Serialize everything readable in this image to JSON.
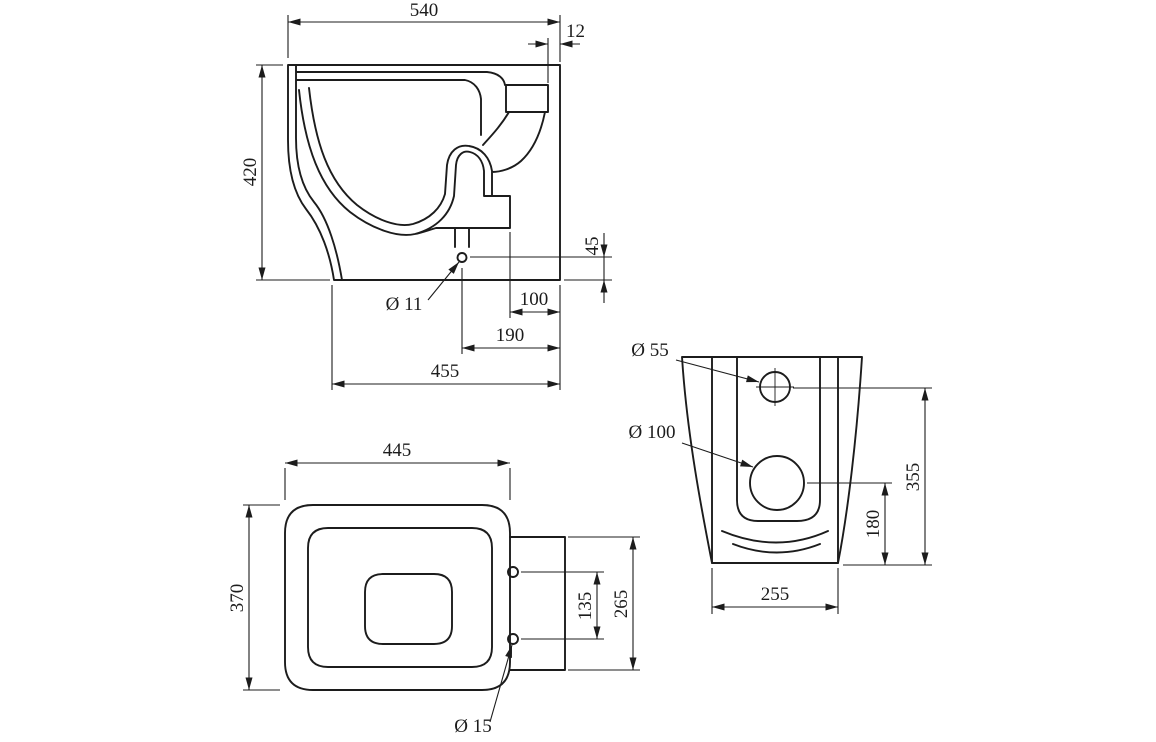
{
  "sheet": {
    "background": "#ffffff",
    "ink": "#1c1c1c",
    "description": "Back-to-wall toilet pan dimensioned orthographic drawing"
  },
  "side_view": {
    "overall_depth_top": "540",
    "top_offset": "12",
    "overall_height": "420",
    "outlet_centre_height": "45",
    "outlet_hole_dia": "Ø 11",
    "setback_100": "100",
    "setback_190": "190",
    "overall_depth_floor": "455"
  },
  "plan_view": {
    "seat_depth": "445",
    "overall_width": "370",
    "fixing_hole_pitch": "135",
    "back_section_depth": "265",
    "fixing_hole_dia": "Ø 15"
  },
  "front_view": {
    "inlet_dia": "Ø 55",
    "outlet_dia": "Ø 100",
    "overall_height": "355",
    "outlet_centre_height": "180",
    "base_width": "255"
  }
}
